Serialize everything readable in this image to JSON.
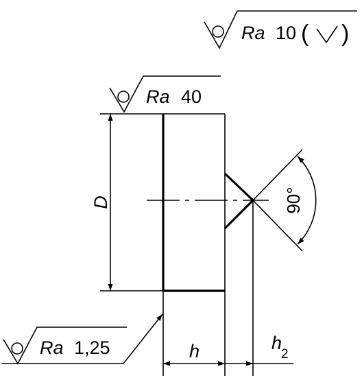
{
  "roughness": {
    "general": {
      "param": "Ra",
      "value": "10",
      "paren_open": "(",
      "paren_close": ")"
    },
    "left_face": {
      "param": "Ra",
      "value": "40"
    },
    "bottom_face": {
      "param": "Ra",
      "value": "1,25"
    }
  },
  "dimensions": {
    "diameter": "D",
    "width": "h",
    "countersink_depth": "h",
    "countersink_depth_sub": "2",
    "angle": "90°"
  }
}
